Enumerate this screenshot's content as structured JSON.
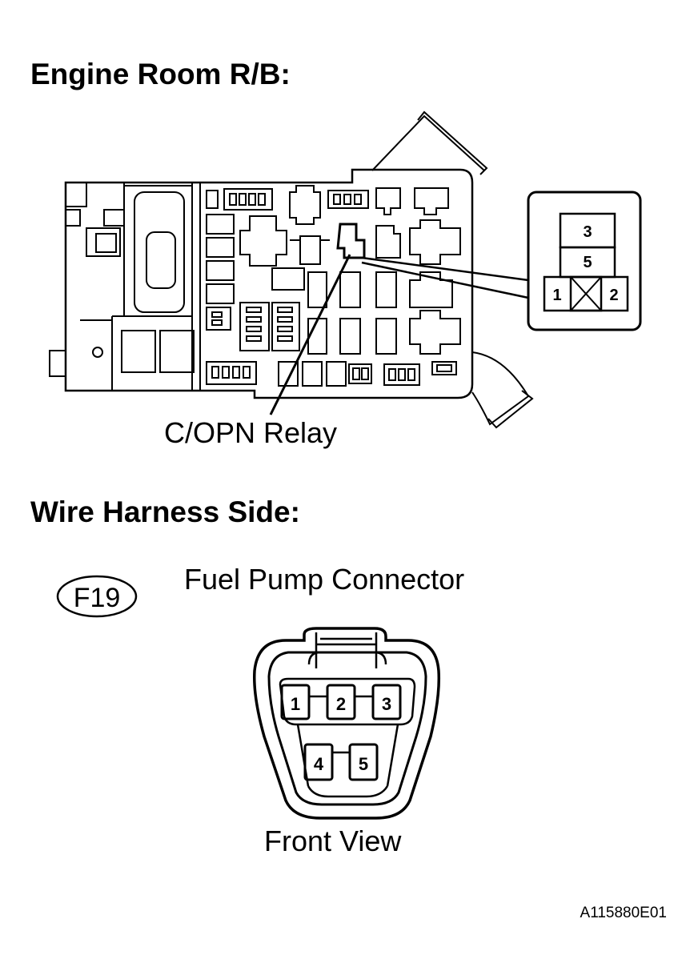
{
  "section1": {
    "heading": "Engine Room R/B:",
    "relay_label": "C/OPN Relay"
  },
  "relay_terminals": [
    "3",
    "5",
    "1",
    "2"
  ],
  "section2": {
    "heading": "Wire Harness Side:",
    "connector_code": "F19",
    "connector_name": "Fuel Pump Connector",
    "view_label": "Front View"
  },
  "connector_pins": [
    "1",
    "2",
    "3",
    "4",
    "5"
  ],
  "figure_id": "A115880E01"
}
